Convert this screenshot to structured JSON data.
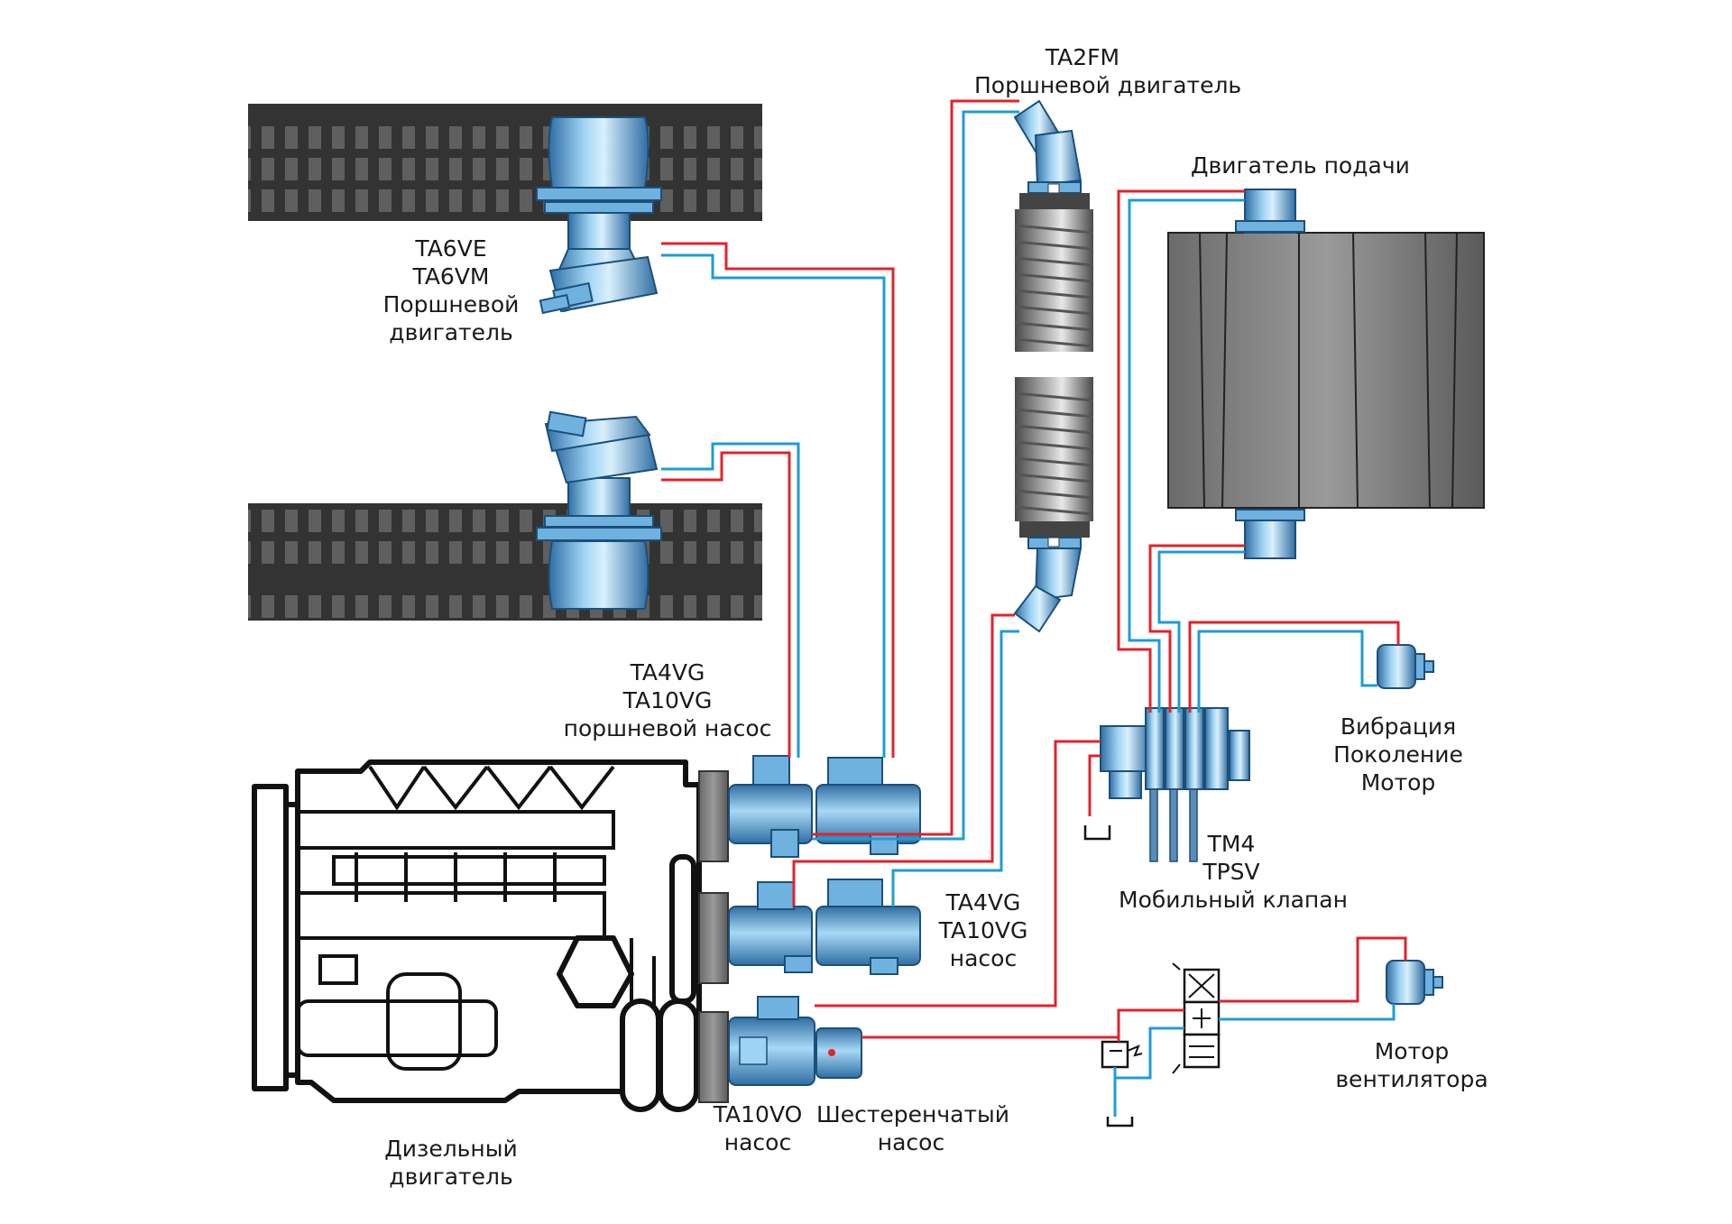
{
  "labels": {
    "ta2fm": {
      "line1": "TA2FM",
      "line2": "Поршневой двигатель"
    },
    "feed_motor": {
      "line1": "Двигатель подачи"
    },
    "ta6": {
      "line1": "TA6VE",
      "line2": "TA6VM",
      "line3": "Поршневой",
      "line4": "двигатель"
    },
    "pump_upper": {
      "line1": "TA4VG",
      "line2": "TA10VG",
      "line3": "поршневой насос"
    },
    "pump_lower": {
      "line1": "TA4VG",
      "line2": "TA10VG",
      "line3": "насос"
    },
    "vibration": {
      "line1": "Вибрация",
      "line2": "Поколение",
      "line3": "Мотор"
    },
    "valve": {
      "line1": "TM4",
      "line2": "TPSV",
      "line3": "Мобильный клапан"
    },
    "fan_motor": {
      "line1": "Мотор",
      "line2": "вентилятора"
    },
    "diesel": {
      "line1": "Дизельный",
      "line2": "двигатель"
    },
    "ta10vo": {
      "line1": "TA10VO",
      "line2": "насос"
    },
    "gear_pump": {
      "line1": "Шестеренчатый",
      "line2": "насос"
    }
  },
  "colors": {
    "pressure_line": "#e1232b",
    "return_line": "#1e9cd7",
    "component_blue": "#6fb2e0",
    "track": "#3a3a3a"
  }
}
